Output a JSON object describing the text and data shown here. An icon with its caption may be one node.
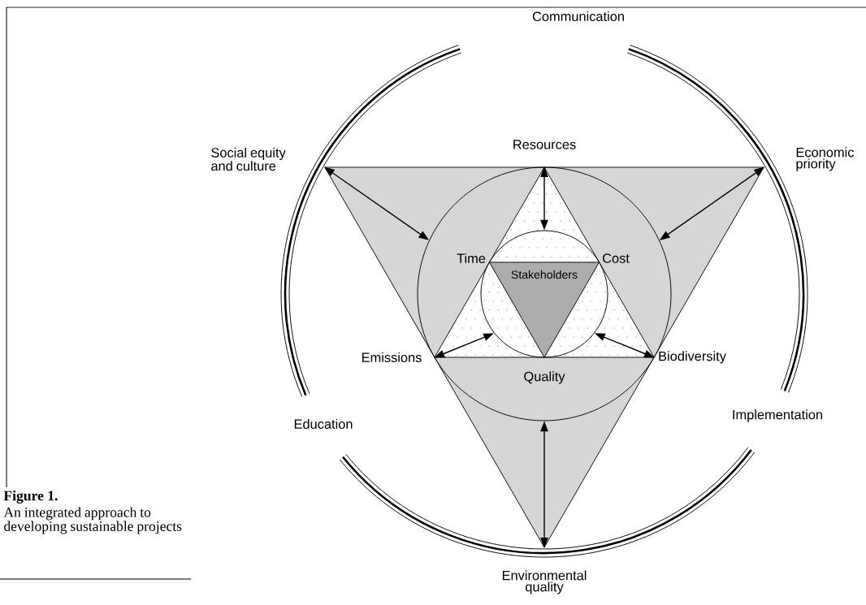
{
  "diagram": {
    "caption": "An integrated approach to developing sustainable projects",
    "nodes": [
      {
        "text": [],
        "shape": "triangle"
      },
      {
        "text": [],
        "shape": "circle",
        "in": 0
      },
      {
        "text": [],
        "shape": "triangle",
        "in": 1
      },
      {
        "text": [],
        "shape": "circle",
        "in": 2
      },
      {
        "text": [
          "Stakeholders"
        ],
        "in": 3
      }
    ],
    "edges": [
      {
        "from": 0,
        "to": 1,
        "arrow": "both"
      },
      {
        "from": 2,
        "to": 3,
        "arrow": "both"
      },
      {
        "from": 0,
        "to": 1,
        "arrow": "both"
      },
      {
        "from": 2,
        "to": 3,
        "arrow": "both"
      },
      {
        "from": 2,
        "to": 3,
        "arrow": "both"
      },
      {
        "from": 0,
        "to": 1,
        "arrow": "both"
      }
    ],
    "labels": [
      "Communication",
      "Social equity and culture",
      "Resources",
      "Economic priority",
      "Time",
      "Cost",
      "Emissions",
      "Biodiversity",
      "Quality",
      "Education",
      "Implementation",
      "Environmental quality",
      "Figure 1."
    ]
  }
}
